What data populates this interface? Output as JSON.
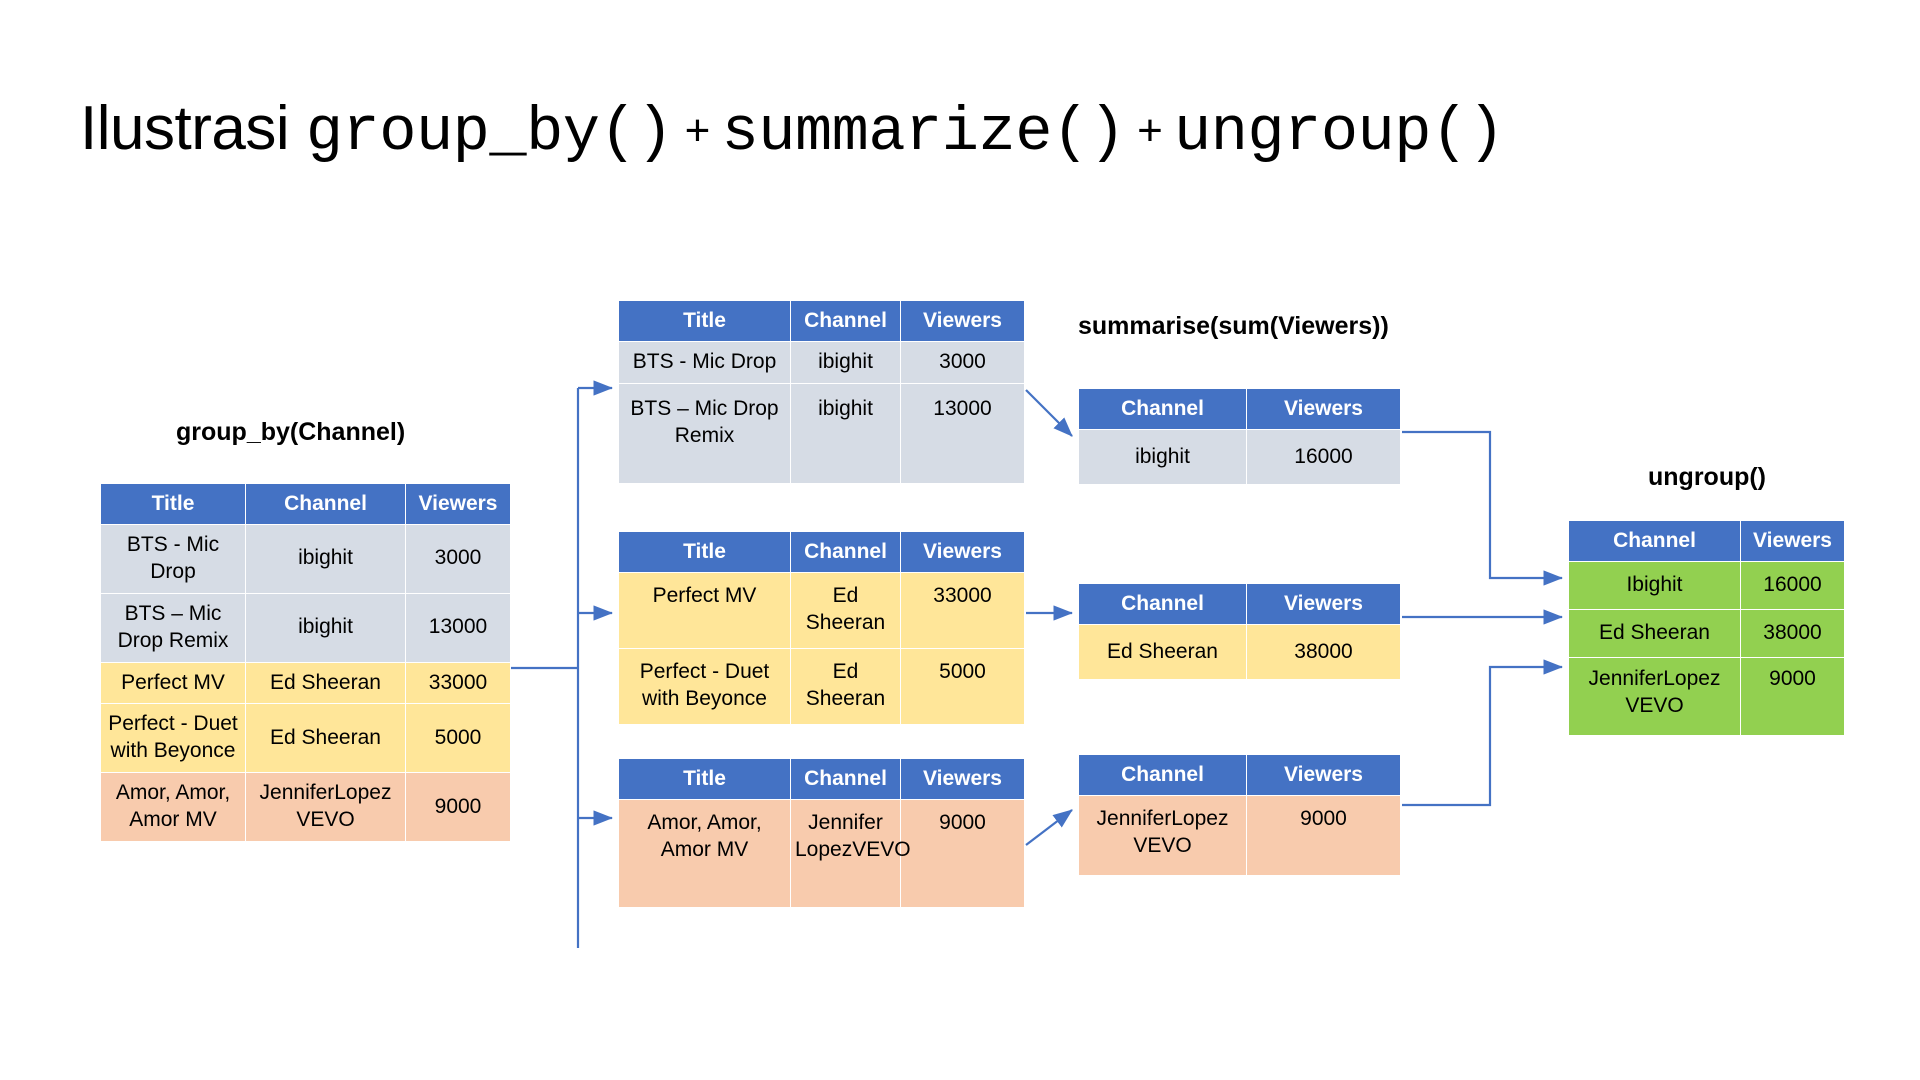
{
  "title": {
    "lead": "Ilustrasi ",
    "fn1": "group_by()",
    "plus1": " + ",
    "fn2": "summarize()",
    "plus2": " + ",
    "fn3": "ungroup()"
  },
  "captions": {
    "group_by": "group_by(Channel)",
    "summarise": "summarise(sum(Viewers))",
    "ungroup": "ungroup()"
  },
  "colors": {
    "header_blue": "#4472c4",
    "row_blue": "#d6dce5",
    "row_yellow": "#ffe699",
    "row_orange": "#f8cbad",
    "row_green": "#92d050",
    "connector": "#4472c4",
    "text": "#000000",
    "background": "#ffffff"
  },
  "headers": {
    "title": "Title",
    "channel": "Channel",
    "viewers": "Viewers"
  },
  "source_table": {
    "columns": [
      "Title",
      "Channel",
      "Viewers"
    ],
    "rows": [
      {
        "title": "BTS - Mic Drop",
        "channel": "ibighit",
        "viewers": "3000",
        "group": "ibighit"
      },
      {
        "title": "BTS – Mic Drop Remix",
        "channel": "ibighit",
        "viewers": "13000",
        "group": "ibighit"
      },
      {
        "title": "Perfect MV",
        "channel": "Ed Sheeran",
        "viewers": "33000",
        "group": "ed"
      },
      {
        "title": "Perfect - Duet with Beyonce",
        "channel": "Ed Sheeran",
        "viewers": "5000",
        "group": "ed"
      },
      {
        "title": "Amor, Amor, Amor MV",
        "channel": "JenniferLopez VEVO",
        "viewers": "9000",
        "group": "jlo"
      }
    ]
  },
  "group_tables": [
    {
      "id": "ibighit",
      "columns": [
        "Title",
        "Channel",
        "Viewers"
      ],
      "rows": [
        {
          "title": "BTS - Mic Drop",
          "channel": "ibighit",
          "viewers": "3000"
        },
        {
          "title": "BTS – Mic Drop Remix",
          "channel": "ibighit",
          "viewers": "13000"
        }
      ]
    },
    {
      "id": "ed",
      "columns": [
        "Title",
        "Channel",
        "Viewers"
      ],
      "rows": [
        {
          "title": "Perfect MV",
          "channel": "Ed Sheeran",
          "viewers": "33000"
        },
        {
          "title": "Perfect - Duet with Beyonce",
          "channel": "Ed Sheeran",
          "viewers": "5000"
        }
      ]
    },
    {
      "id": "jlo",
      "columns": [
        "Title",
        "Channel",
        "Viewers"
      ],
      "rows": [
        {
          "title": "Amor, Amor, Amor MV",
          "channel": "Jennifer LopezVEVO",
          "viewers": "9000"
        }
      ]
    }
  ],
  "summary_tables": [
    {
      "id": "ibighit",
      "columns": [
        "Channel",
        "Viewers"
      ],
      "rows": [
        {
          "channel": "ibighit",
          "viewers": "16000"
        }
      ]
    },
    {
      "id": "ed",
      "columns": [
        "Channel",
        "Viewers"
      ],
      "rows": [
        {
          "channel": "Ed Sheeran",
          "viewers": "38000"
        }
      ]
    },
    {
      "id": "jlo",
      "columns": [
        "Channel",
        "Viewers"
      ],
      "rows": [
        {
          "channel": "JenniferLopez VEVO",
          "viewers": "9000"
        }
      ]
    }
  ],
  "ungroup_table": {
    "columns": [
      "Channel",
      "Viewers"
    ],
    "rows": [
      {
        "channel": "Ibighit",
        "viewers": "16000"
      },
      {
        "channel": "Ed Sheeran",
        "viewers": "38000"
      },
      {
        "channel": "JenniferLopez VEVO",
        "viewers": "9000"
      }
    ]
  }
}
